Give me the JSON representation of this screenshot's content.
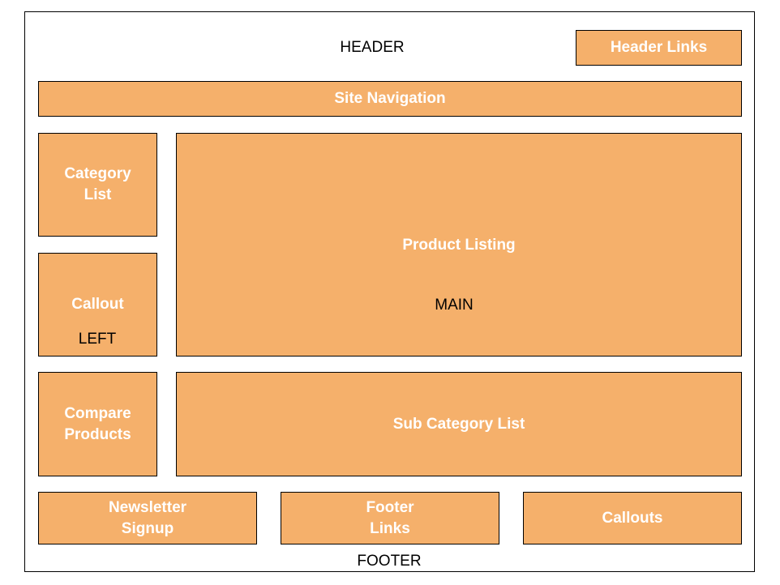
{
  "colors": {
    "box_fill": "#f5b06b",
    "box_text": "#ffffff",
    "border": "#000000",
    "region_text": "#000000"
  },
  "regions": {
    "header": "HEADER",
    "left": "LEFT",
    "main": "MAIN",
    "footer": "FOOTER"
  },
  "boxes": {
    "header_links": "Header Links",
    "site_navigation": "Site Navigation",
    "category_list": "Category\nList",
    "callout": "Callout",
    "compare_products": "Compare\nProducts",
    "product_listing": "Product Listing",
    "sub_category_list": "Sub Category List",
    "newsletter_signup": "Newsletter\nSignup",
    "footer_links": "Footer\nLinks",
    "callouts": "Callouts"
  }
}
